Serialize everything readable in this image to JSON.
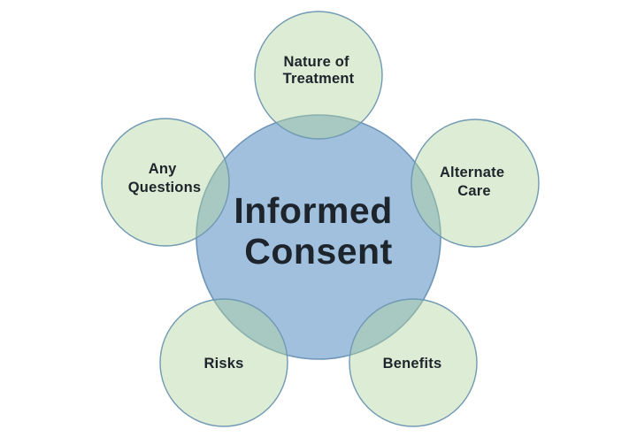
{
  "diagram": {
    "type": "hub-and-spoke",
    "colors": {
      "background": "#ffffff",
      "center_fill": "#a0c0de",
      "center_stroke": "#6e95b7",
      "node_fill": "rgba(177,212,157,0.44)",
      "node_stroke": "#7099b3",
      "text": "#1d242b"
    },
    "center": {
      "id": "informed-consent",
      "lines": [
        "Informed",
        "Consent"
      ]
    },
    "nodes": [
      {
        "id": "nature-of-treatment",
        "lines": [
          "Nature of",
          "Treatment"
        ]
      },
      {
        "id": "any-questions",
        "lines": [
          "Any",
          "Questions"
        ]
      },
      {
        "id": "alternate-care",
        "lines": [
          "Alternate",
          "Care"
        ]
      },
      {
        "id": "risks",
        "lines": [
          "Risks"
        ]
      },
      {
        "id": "benefits",
        "lines": [
          "Benefits"
        ]
      }
    ]
  }
}
